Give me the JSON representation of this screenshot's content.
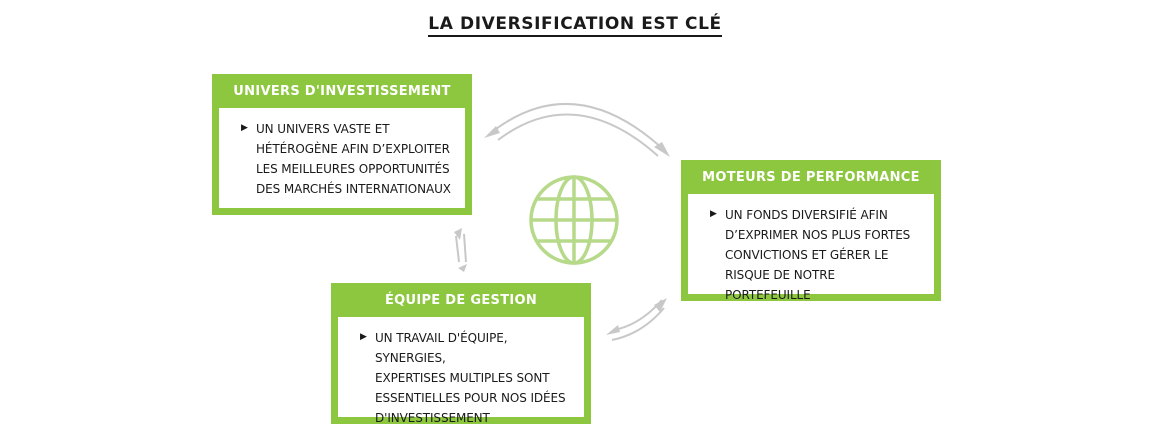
{
  "title": "LA DIVERSIFICATION EST CLÉ",
  "colors": {
    "card_green": "#8dc63f",
    "globe_green": "#b6d98a",
    "arrow_grey": "#c8c8c8"
  },
  "cards": {
    "univers": {
      "header": "UNIVERS D'INVESTISSEMENT",
      "text": "UN UNIVERS VASTE ET\nHÉTÉROGÈNE AFIN D’EXPLOITER\nLES MEILLEURES OPPORTUNITÉS\nDES MARCHÉS INTERNATIONAUX"
    },
    "moteurs": {
      "header": "MOTEURS DE PERFORMANCE",
      "text": "UN FONDS DIVERSIFIÉ AFIN\nD’EXPRIMER NOS PLUS FORTES\nCONVICTIONS ET GÉRER LE\nRISQUE DE NOTRE PORTEFEUILLE"
    },
    "equipe": {
      "header": "ÉQUIPE DE GESTION",
      "text": "UN TRAVAIL D'ÉQUIPE, SYNERGIES,\nEXPERTISES MULTIPLES SONT\nESSENTIELLES POUR NOS IDÉES\nD'INVESTISSEMENT"
    }
  },
  "icons": {
    "bullet": "▶",
    "center": "globe-icon",
    "cycle_arrows": "double-arrow-icon"
  }
}
